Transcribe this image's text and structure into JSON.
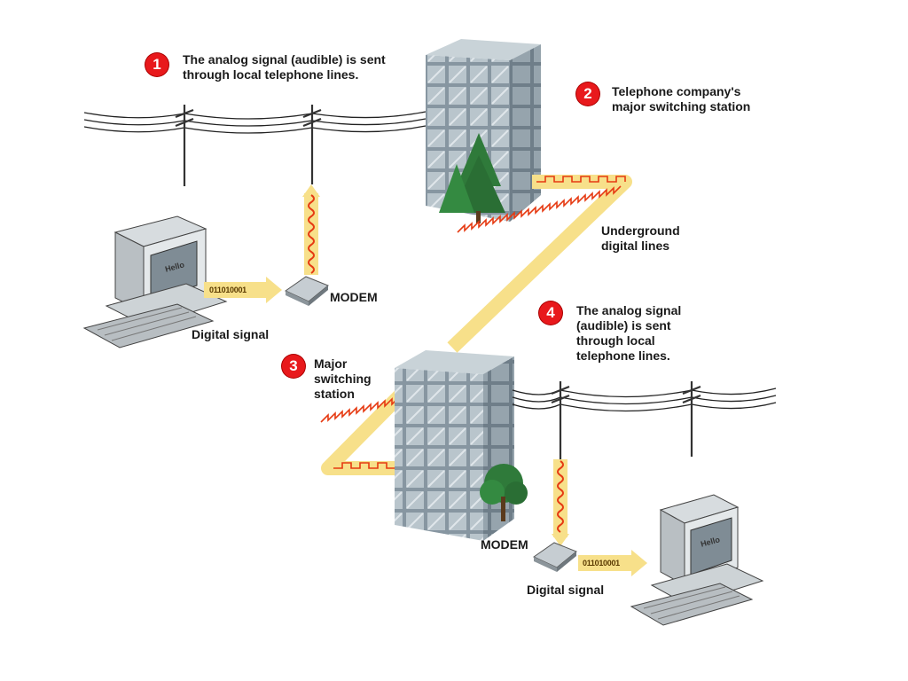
{
  "steps": {
    "s1": {
      "number": "1",
      "text_line1": "The analog signal (audible) is sent",
      "text_line2": "through local telephone lines."
    },
    "s2": {
      "number": "2",
      "text_line1": "Telephone company's",
      "text_line2": "major switching station"
    },
    "s3": {
      "number": "3",
      "text_line1": "Major",
      "text_line2": "switching",
      "text_line3": "station"
    },
    "s4": {
      "number": "4",
      "text_line1": "The analog signal",
      "text_line2": "(audible) is sent",
      "text_line3": "through local",
      "text_line4": "telephone lines."
    }
  },
  "labels": {
    "underground_line1": "Underground",
    "underground_line2": "digital lines",
    "modem_top": "MODEM",
    "modem_bottom": "MODEM",
    "digital_signal_left": "Digital signal",
    "digital_signal_right": "Digital signal",
    "binary_left": "011010001",
    "binary_right": "011010001",
    "screen_left": "Hello",
    "screen_right": "Hello"
  },
  "colors": {
    "badge": "#e8191c",
    "signal_wave": "#e63a12",
    "digital_path_glow": "#f7e08a",
    "building": "#9aa7b0",
    "tree": "#2f7a3a"
  }
}
